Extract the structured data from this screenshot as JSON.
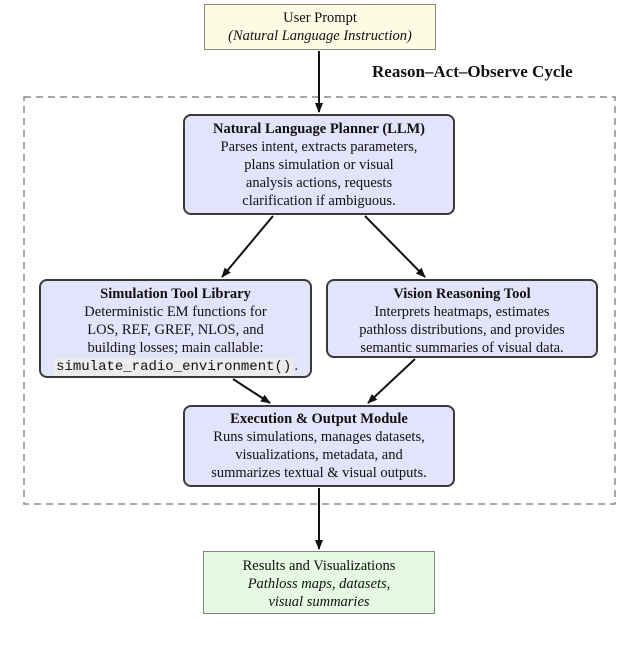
{
  "cycle": {
    "title": "Reason–Act–Observe Cycle"
  },
  "nodes": {
    "user_prompt": {
      "title": "User Prompt",
      "subtitle": "(Natural Language Instruction)"
    },
    "planner": {
      "title": "Natural Language Planner (LLM)",
      "lines": [
        "Parses intent, extracts parameters,",
        "plans simulation or visual",
        "analysis actions, requests",
        "clarification if ambiguous."
      ]
    },
    "sim_library": {
      "title": "Simulation Tool Library",
      "lines": [
        "Deterministic EM functions for",
        "LOS, REF, GREF, NLOS, and",
        "building losses; main callable:"
      ],
      "code": "simulate_radio_environment()",
      "code_suffix": "."
    },
    "vision_tool": {
      "title": "Vision Reasoning Tool",
      "lines": [
        "Interprets heatmaps, estimates",
        "pathloss distributions, and provides",
        "semantic summaries of visual data."
      ]
    },
    "exec_module": {
      "title": "Execution & Output Module",
      "lines": [
        "Runs simulations, manages datasets,",
        "visualizations, metadata, and",
        "summarizes textual & visual outputs."
      ]
    },
    "results": {
      "title": "Results and Visualizations",
      "lines": [
        "Pathloss maps, datasets,",
        "visual summaries"
      ]
    }
  },
  "colors": {
    "prompt_fill": "#fdfbe3",
    "node_fill": "#e3e3fb",
    "results_fill": "#e6f9e3",
    "border": "#3a3a3a",
    "arrow": "#111111",
    "cycle_border": "#8c8c8c"
  }
}
